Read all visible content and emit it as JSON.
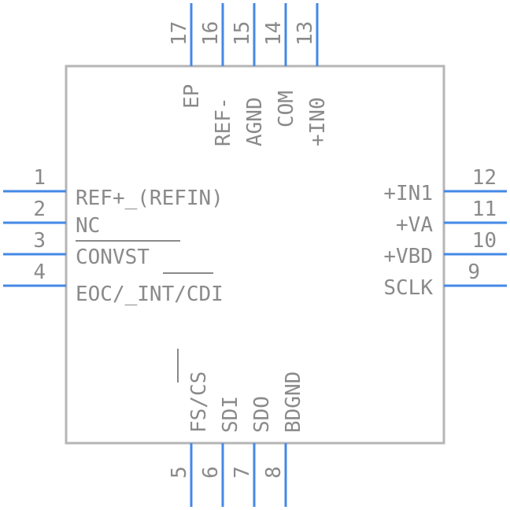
{
  "colors": {
    "pin": "#4488e6",
    "body": "#b5b5b5",
    "text": "#8a8a8a",
    "background": "#ffffff"
  },
  "left_pins": [
    {
      "num": "1",
      "label": "REF+_(REFIN)"
    },
    {
      "num": "2",
      "label": "NC"
    },
    {
      "num": "3",
      "label": "CONVST"
    },
    {
      "num": "4",
      "label": "EOC/_INT/CDI"
    }
  ],
  "right_pins": [
    {
      "num": "12",
      "label": "+IN1"
    },
    {
      "num": "11",
      "label": "+VA"
    },
    {
      "num": "10",
      "label": "+VBD"
    },
    {
      "num": "9",
      "label": "SCLK"
    }
  ],
  "top_pins": [
    {
      "num": "17",
      "label": "EP"
    },
    {
      "num": "16",
      "label": "REF-"
    },
    {
      "num": "15",
      "label": "AGND"
    },
    {
      "num": "14",
      "label": "COM"
    },
    {
      "num": "13",
      "label": "+IN0"
    }
  ],
  "bottom_pins": [
    {
      "num": "5",
      "label": "FS/CS"
    },
    {
      "num": "6",
      "label": "SDI"
    },
    {
      "num": "7",
      "label": "SDO"
    },
    {
      "num": "8",
      "label": "BDGND"
    }
  ]
}
